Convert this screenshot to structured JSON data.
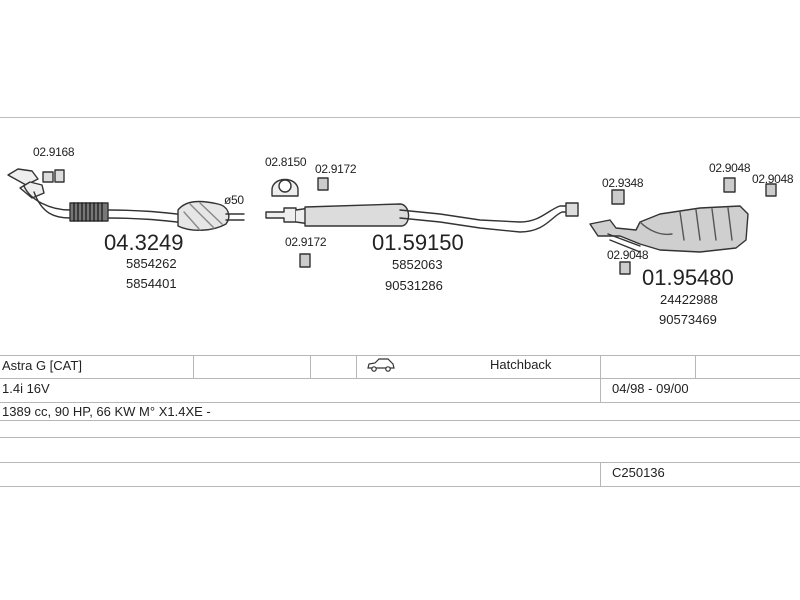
{
  "parts": {
    "p1": {
      "flange_ref": "02.9168",
      "main": "04.3249",
      "subs": [
        "5854262",
        "5854401"
      ],
      "diameter": "ø50"
    },
    "p2": {
      "clamp_top": "02.8150",
      "ring_top": "02.9172",
      "ring_bottom": "02.9172",
      "main": "01.59150",
      "subs": [
        "5852063",
        "90531286"
      ]
    },
    "p3": {
      "clamp": "02.9348",
      "ring_a": "02.9048",
      "ring_b": "02.9048",
      "ring_c": "02.9048",
      "main": "01.95480",
      "subs": [
        "24422988",
        "90573469"
      ]
    }
  },
  "vehicle": {
    "model": "Astra G  [CAT]",
    "body": "Hatchback",
    "engine": "1.4i 16V",
    "dates": "04/98 - 09/00",
    "specs": "1389 cc, 90 HP, 66 KW M° X1.4XE -",
    "code": "C250136"
  },
  "icons": {
    "car": "car-icon"
  },
  "colors": {
    "line": "#bdbdbd",
    "part_stroke": "#333333",
    "part_fill": "#e9e9e9"
  }
}
